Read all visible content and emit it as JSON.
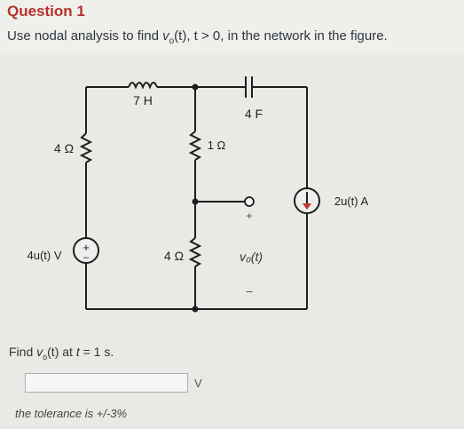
{
  "question": {
    "title": "Question 1",
    "prompt": {
      "pre": "Use nodal analysis to find ",
      "var": "v",
      "sub": "o",
      "args": "(t), t > 0",
      "post": ", in the network in the figure."
    }
  },
  "circuit": {
    "inductor": "7 H",
    "capacitor": "4 F",
    "r_left": "4 Ω",
    "r_mid": "1 Ω",
    "r_bottom": "4 Ω",
    "vsource": "4u(t) V",
    "csource": "2u(t) A",
    "vo": "v₀(t)",
    "plus": "+",
    "minus": "–"
  },
  "find": {
    "pre": "Find ",
    "var": "v",
    "sub": "o",
    "mid": "(t) at ",
    "t": "t",
    "post": " = 1 s.",
    "unit": "V",
    "tolerance": "the tolerance is +/-3%"
  }
}
